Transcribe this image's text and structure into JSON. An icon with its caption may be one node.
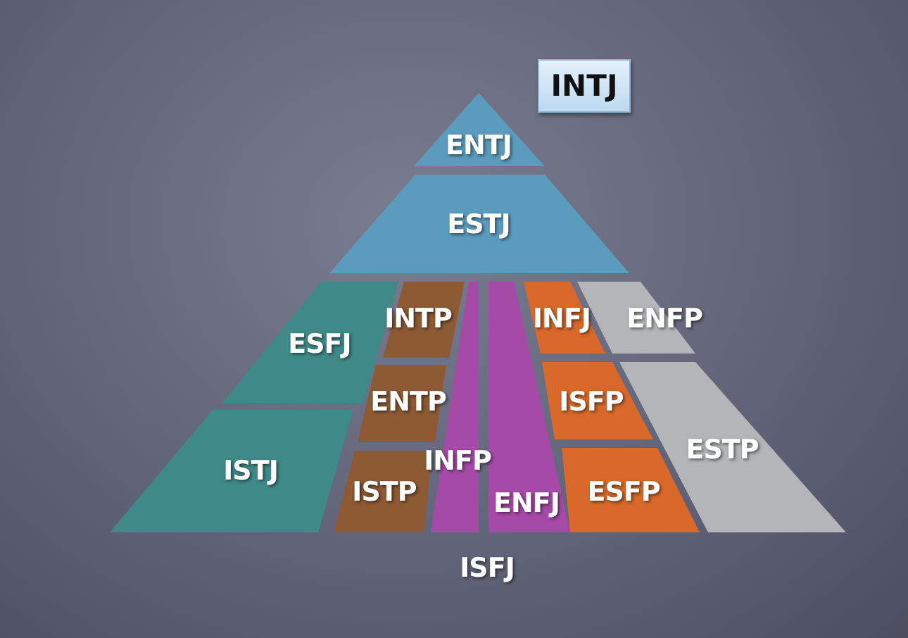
{
  "diagram": {
    "nodes": [
      {
        "text": [
          "INTJ"
        ]
      },
      {
        "text": [
          "ENTJ"
        ]
      },
      {
        "text": [
          "ESTJ"
        ]
      },
      {
        "text": [
          "ESFJ"
        ]
      },
      {
        "text": [
          "INTP"
        ]
      },
      {
        "text": [
          "INFJ"
        ]
      },
      {
        "text": [
          "ENFP"
        ]
      },
      {
        "text": [
          "ENTP"
        ]
      },
      {
        "text": [
          "ISFP"
        ]
      },
      {
        "text": [
          "ISTJ"
        ]
      },
      {
        "text": [
          "INFP"
        ]
      },
      {
        "text": [
          "ESTP"
        ]
      },
      {
        "text": [
          "ISTP"
        ]
      },
      {
        "text": [
          "ESFP"
        ]
      },
      {
        "text": [
          "ENFJ"
        ]
      }
    ],
    "labels": [
      "ISFJ"
    ]
  }
}
